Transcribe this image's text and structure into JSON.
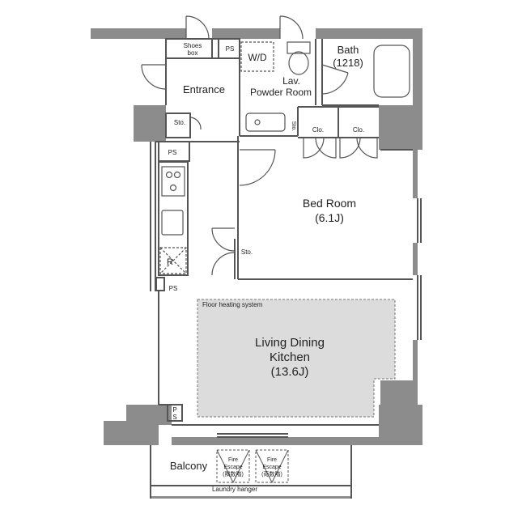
{
  "rooms": {
    "shoes_box_line1": "Shoes",
    "shoes_box_line2": "box",
    "ps_top": "PS",
    "wd": "W/D",
    "bath_line1": "Bath",
    "bath_line2": "(1218)",
    "entrance": "Entrance",
    "lav_line1": "Lav.",
    "lav_line2": "Powder Room",
    "sto_entrance": "Sto.",
    "sto_powder": "Sto.",
    "clo_1": "Clo.",
    "clo_2": "Clo.",
    "ps_kitchen": "PS",
    "bedroom_line1": "Bed Room",
    "bedroom_line2": "(6.1J)",
    "sto_bedroom": "Sto.",
    "fridge": "R",
    "ps_mid": "PS",
    "floor_heating": "Floor heating system",
    "ldk_line1": "Living Dining",
    "ldk_line2": "Kitchen",
    "ldk_line3": "(13.6J)",
    "ps_bottom": "PS",
    "balcony": "Balcony",
    "fire_escape_1_line1": "Fire",
    "fire_escape_1_line2": "Escape",
    "fire_escape_1_line3": "(隅数階)",
    "fire_escape_2_line1": "Fire",
    "fire_escape_2_line2": "Escape",
    "fire_escape_2_line3": "(奇数階)",
    "laundry_hanger": "Laundry hanger"
  },
  "colors": {
    "wall": "#8c8c8c",
    "floor_heating": "#dcdcdc",
    "line": "#555555"
  }
}
